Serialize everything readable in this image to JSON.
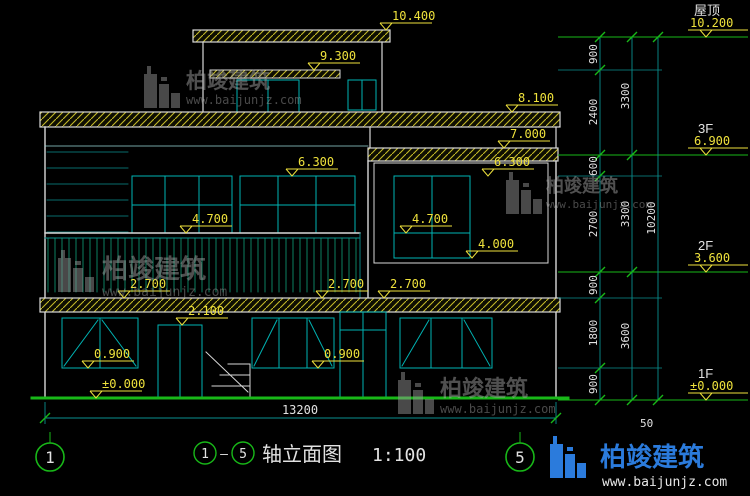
{
  "elevations": [
    "10.400",
    "9.300",
    "8.100",
    "7.000",
    "6.300",
    "6.300",
    "4.700",
    "4.700",
    "4.000",
    "2.700",
    "2.700",
    "2.700",
    "2.100",
    "0.900",
    "0.900",
    "±0.000"
  ],
  "levels": {
    "roof": {
      "label": "屋顶",
      "value": "10.200"
    },
    "f3": {
      "label": "3F",
      "value": "6.900"
    },
    "f2": {
      "label": "2F",
      "value": "3.600"
    },
    "f1": {
      "label": "1F",
      "value": "±0.000"
    }
  },
  "dim_chain": {
    "inner": [
      "900",
      "2400",
      "600",
      "2700",
      "900",
      "1800",
      "900"
    ],
    "outer": [
      "3300",
      "3300",
      "3600"
    ],
    "total": "10200",
    "base": "50"
  },
  "bottom": {
    "width_dim": "13200"
  },
  "title": {
    "axis_from": "1",
    "dash": "—",
    "axis_to": "5",
    "name": "轴立面图",
    "scale": "1:100"
  },
  "axis_bubbles": {
    "left": "1",
    "right": "5"
  },
  "watermark": {
    "brand": "柏竣建筑",
    "url": "www.baijunjz.com"
  }
}
